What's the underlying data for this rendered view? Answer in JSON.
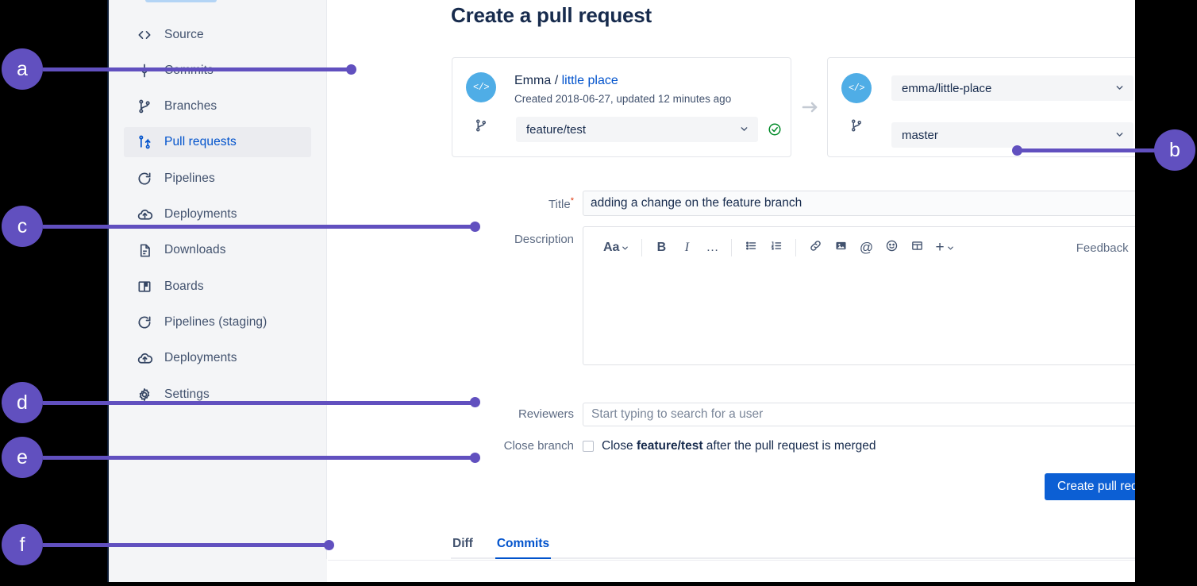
{
  "window": {
    "page_title": "Create a pull request"
  },
  "sidebar": {
    "items": [
      {
        "label": "Source",
        "icon": "code-brackets-icon",
        "active": false
      },
      {
        "label": "Commits",
        "icon": "commit-icon",
        "active": false
      },
      {
        "label": "Branches",
        "icon": "branch-icon",
        "active": false
      },
      {
        "label": "Pull requests",
        "icon": "pull-request-icon",
        "active": true
      },
      {
        "label": "Pipelines",
        "icon": "pipelines-icon",
        "active": false
      },
      {
        "label": "Deployments",
        "icon": "deployments-icon",
        "active": false
      },
      {
        "label": "Downloads",
        "icon": "downloads-icon",
        "active": false
      },
      {
        "label": "Boards",
        "icon": "boards-icon",
        "active": false
      },
      {
        "label": "Pipelines (staging)",
        "icon": "pipelines-icon",
        "active": false
      },
      {
        "label": "Deployments",
        "icon": "deployments-icon",
        "active": false
      },
      {
        "label": "Settings",
        "icon": "gear-icon",
        "active": false
      }
    ]
  },
  "source_panel": {
    "avatar_glyph": "</>",
    "owner": "Emma",
    "separator": "/",
    "repo_name": "little place",
    "meta": "Created 2018-06-27, updated 12 minutes ago",
    "branch_value": "feature/test",
    "chevron": "⌄",
    "status": "valid"
  },
  "destination_panel": {
    "avatar_glyph": "</>",
    "repo_value": "emma/little-place",
    "branch_value": "master",
    "chevron": "⌄",
    "status": "valid"
  },
  "form": {
    "title_label": "Title",
    "title_required_mark": "*",
    "title_value": "adding a change on the feature branch",
    "description_label": "Description",
    "reviewers_label": "Reviewers",
    "reviewers_placeholder": "Start typing to search for a user",
    "close_branch_label": "Close branch",
    "close_text_prefix": "Close ",
    "close_text_branch": "feature/test",
    "close_text_suffix": " after the pull request is merged",
    "close_checked": false,
    "submit_label": "Create pull request"
  },
  "editor_toolbar": {
    "buttons": [
      {
        "name": "text-style-dropdown",
        "glyph": "Aa",
        "has_chevron": true
      },
      {
        "name": "bold-button",
        "glyph": "B"
      },
      {
        "name": "italic-button",
        "glyph": "I"
      },
      {
        "name": "more-formatting-button",
        "glyph": "…"
      },
      {
        "name": "bullet-list-button",
        "glyph": "bullet-list-icon"
      },
      {
        "name": "numbered-list-button",
        "glyph": "numbered-list-icon"
      },
      {
        "name": "link-button",
        "glyph": "link-icon"
      },
      {
        "name": "image-button",
        "glyph": "image-icon"
      },
      {
        "name": "mention-button",
        "glyph": "@"
      },
      {
        "name": "emoji-button",
        "glyph": "emoji-icon"
      },
      {
        "name": "table-button",
        "glyph": "table-icon"
      },
      {
        "name": "insert-more-dropdown",
        "glyph": "+",
        "has_chevron": true
      }
    ],
    "feedback_label": "Feedback",
    "help_label": "?"
  },
  "tabs": [
    {
      "label": "Diff",
      "active": false
    },
    {
      "label": "Commits",
      "active": true
    }
  ],
  "callouts": [
    {
      "id": "a",
      "label": "a"
    },
    {
      "id": "b",
      "label": "b"
    },
    {
      "id": "c",
      "label": "c"
    },
    {
      "id": "d",
      "label": "d"
    },
    {
      "id": "e",
      "label": "e"
    },
    {
      "id": "f",
      "label": "f"
    }
  ],
  "colors": {
    "callout_purple": "#6150bf",
    "link_blue": "#0052cc",
    "primary_button": "#0c5fd4",
    "title_navy": "#172b4d",
    "sidebar_bg": "#f4f5f7",
    "avatar_blue": "#4fade6",
    "success_green": "#008a28",
    "required_red": "#de350b"
  }
}
